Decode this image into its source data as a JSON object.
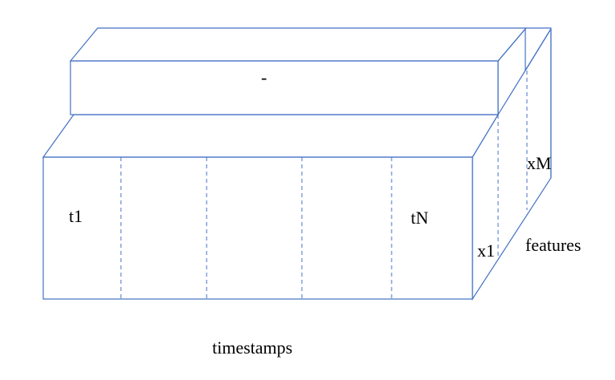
{
  "diagram": {
    "colors": {
      "edge": "#4472c4",
      "text": "#000000",
      "background": "#ffffff"
    },
    "top_mark": "-",
    "labels": {
      "t_first": "t1",
      "t_last": "tN",
      "x_first": "x1",
      "x_last": "xM",
      "features": "features",
      "timestamps": "timestamps"
    }
  }
}
